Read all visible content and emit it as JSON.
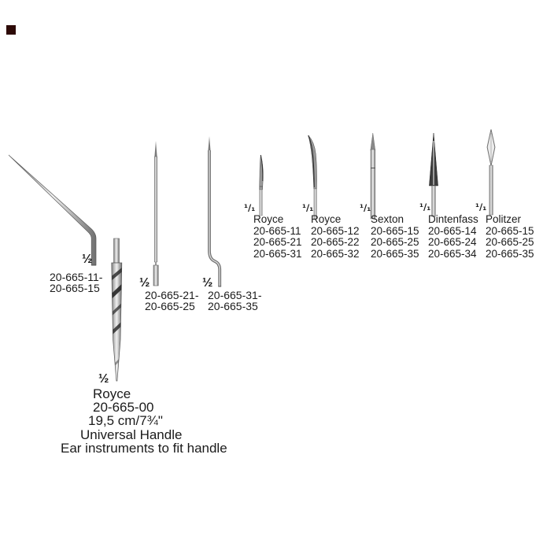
{
  "page": {
    "background": "#ffffff",
    "ink": "#1b1b1b"
  },
  "corner_mark": {
    "color": "#2d0a07"
  },
  "angled_needle": {
    "scale": "½",
    "code_lines": [
      "20-665-11-",
      "20-665-15"
    ]
  },
  "straight_needle": {
    "scale": "½",
    "code_lines": [
      "20-665-21-",
      "20-665-25"
    ]
  },
  "bayonet_needle": {
    "scale": "½",
    "code_lines": [
      "20-665-31-",
      "20-665-35"
    ]
  },
  "handle": {
    "scale": "½",
    "name": "Royce",
    "code": "20-665-00",
    "size": "19,5 cm/7¾\"",
    "desc1": "Universal Handle",
    "desc2": "Ear instruments to fit handle"
  },
  "tips": [
    {
      "scale": "¹/₁",
      "name": "Royce",
      "codes": [
        "20-665-11",
        "20-665-21",
        "20-665-31"
      ]
    },
    {
      "scale": "¹/₁",
      "name": "Royce",
      "codes": [
        "20-665-12",
        "20-665-22",
        "20-665-32"
      ]
    },
    {
      "scale": "¹/₁",
      "name": "Sexton",
      "codes": [
        "20-665-15",
        "20-665-25",
        "20-665-35"
      ]
    },
    {
      "scale": "¹/₁",
      "name": "Dintenfass",
      "codes": [
        "20-665-14",
        "20-665-24",
        "20-665-34"
      ]
    },
    {
      "scale": "¹/₁",
      "name": "Politzer",
      "codes": [
        "20-665-15",
        "20-665-25",
        "20-665-35"
      ]
    }
  ]
}
